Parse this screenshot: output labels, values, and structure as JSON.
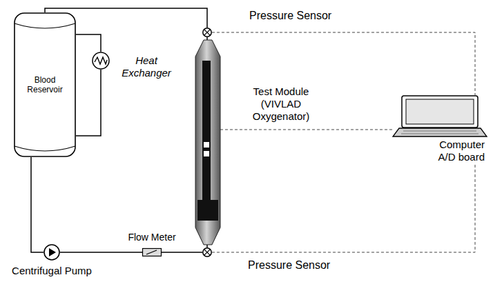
{
  "diagram": {
    "nodes": [
      {
        "text": [
          "Blood Reservoir"
        ]
      },
      {
        "text": [
          "Heat Exchanger"
        ]
      },
      {
        "text": [
          "Pressure Sensor"
        ]
      },
      {
        "text": [
          "Test Module (VIVLAD Oxygenator)"
        ]
      },
      {
        "text": [
          "Computer A/D board"
        ]
      },
      {
        "text": [
          "Centrifugal Pump"
        ]
      },
      {
        "text": [
          "Flow Meter"
        ]
      },
      {
        "text": [
          "Pressure Sensor"
        ]
      }
    ],
    "edges": [
      {
        "from": 0,
        "to": 1,
        "arrow": "none"
      },
      {
        "from": 1,
        "to": 0,
        "arrow": "none"
      },
      {
        "from": 0,
        "to": 5,
        "arrow": "none"
      },
      {
        "from": 5,
        "to": 6,
        "arrow": "none"
      },
      {
        "from": 6,
        "to": 7,
        "arrow": "none"
      },
      {
        "from": 7,
        "to": 3,
        "arrow": "none"
      },
      {
        "from": 3,
        "to": 2,
        "arrow": "none"
      },
      {
        "from": 2,
        "to": 0,
        "arrow": "none"
      },
      {
        "from": 2,
        "to": 4,
        "arrow": "none"
      },
      {
        "from": 3,
        "to": 4,
        "arrow": "none"
      },
      {
        "from": 7,
        "to": 4,
        "arrow": "none"
      }
    ]
  }
}
